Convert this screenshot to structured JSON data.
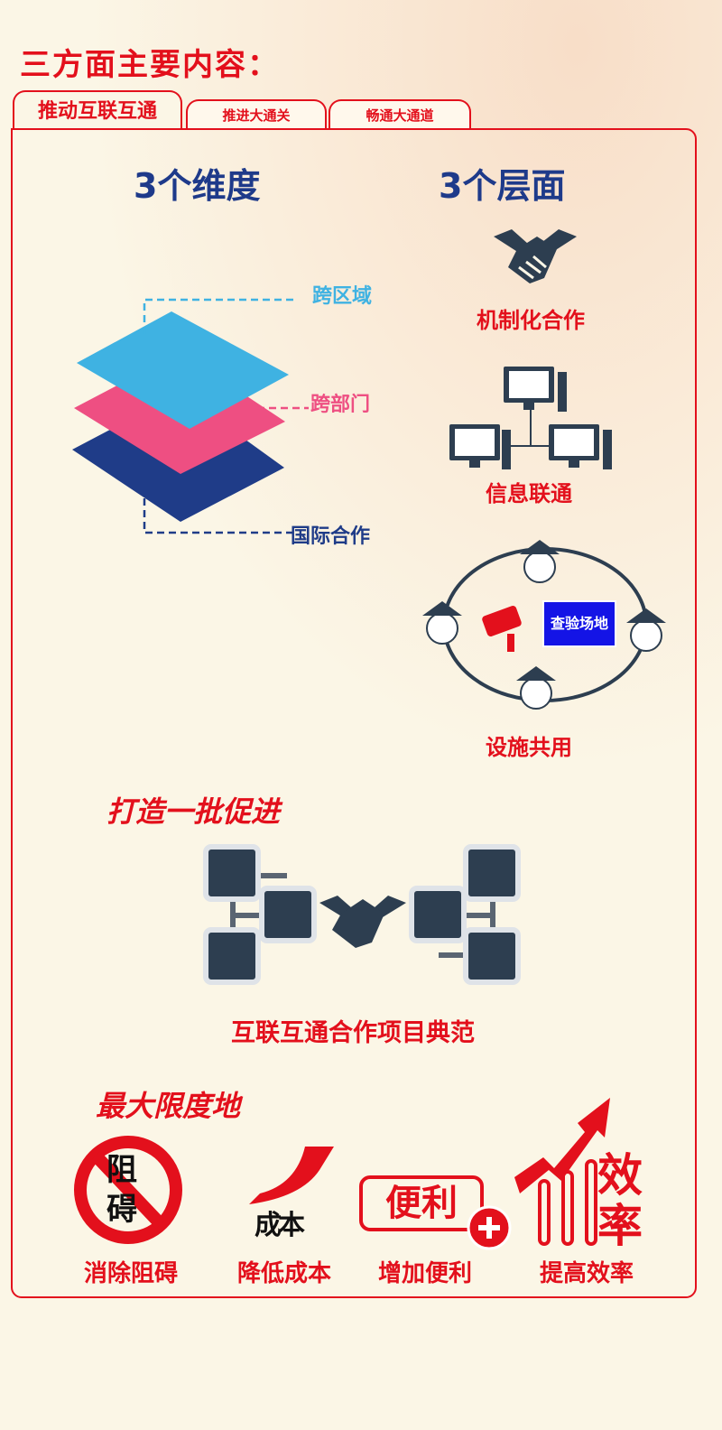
{
  "title": "三方面主要内容：",
  "tabs": [
    {
      "label": "推动互联互通"
    },
    {
      "label": "推进大通关"
    },
    {
      "label": "畅通大通道"
    }
  ],
  "dimensions": {
    "heading": "3个维度",
    "layers": [
      "跨区域",
      "跨部门",
      "国际合作"
    ]
  },
  "levels": {
    "heading": "3个层面",
    "items": [
      "机制化合作",
      "信息联通",
      "设施共用"
    ],
    "inspection_label": "查验场地"
  },
  "projects": {
    "heading": "打造一批促进",
    "caption": "互联互通合作项目典范"
  },
  "maximize": {
    "heading": "最大限度地",
    "obstacle_chars": [
      "阻",
      "碍"
    ],
    "cost_chars": "成本",
    "convenience_word": "便利",
    "efficiency_chars": [
      "效",
      "率"
    ],
    "items": [
      "消除阻碍",
      "降低成本",
      "增加便利",
      "提高效率"
    ]
  },
  "colors": {
    "accent_red": "#e3101c",
    "navy": "#1e3a8a",
    "layer_top": "#3fb2e2",
    "layer_mid": "#ee4f82",
    "layer_bottom": "#1f3c88",
    "icon_dark": "#2d3e50"
  }
}
